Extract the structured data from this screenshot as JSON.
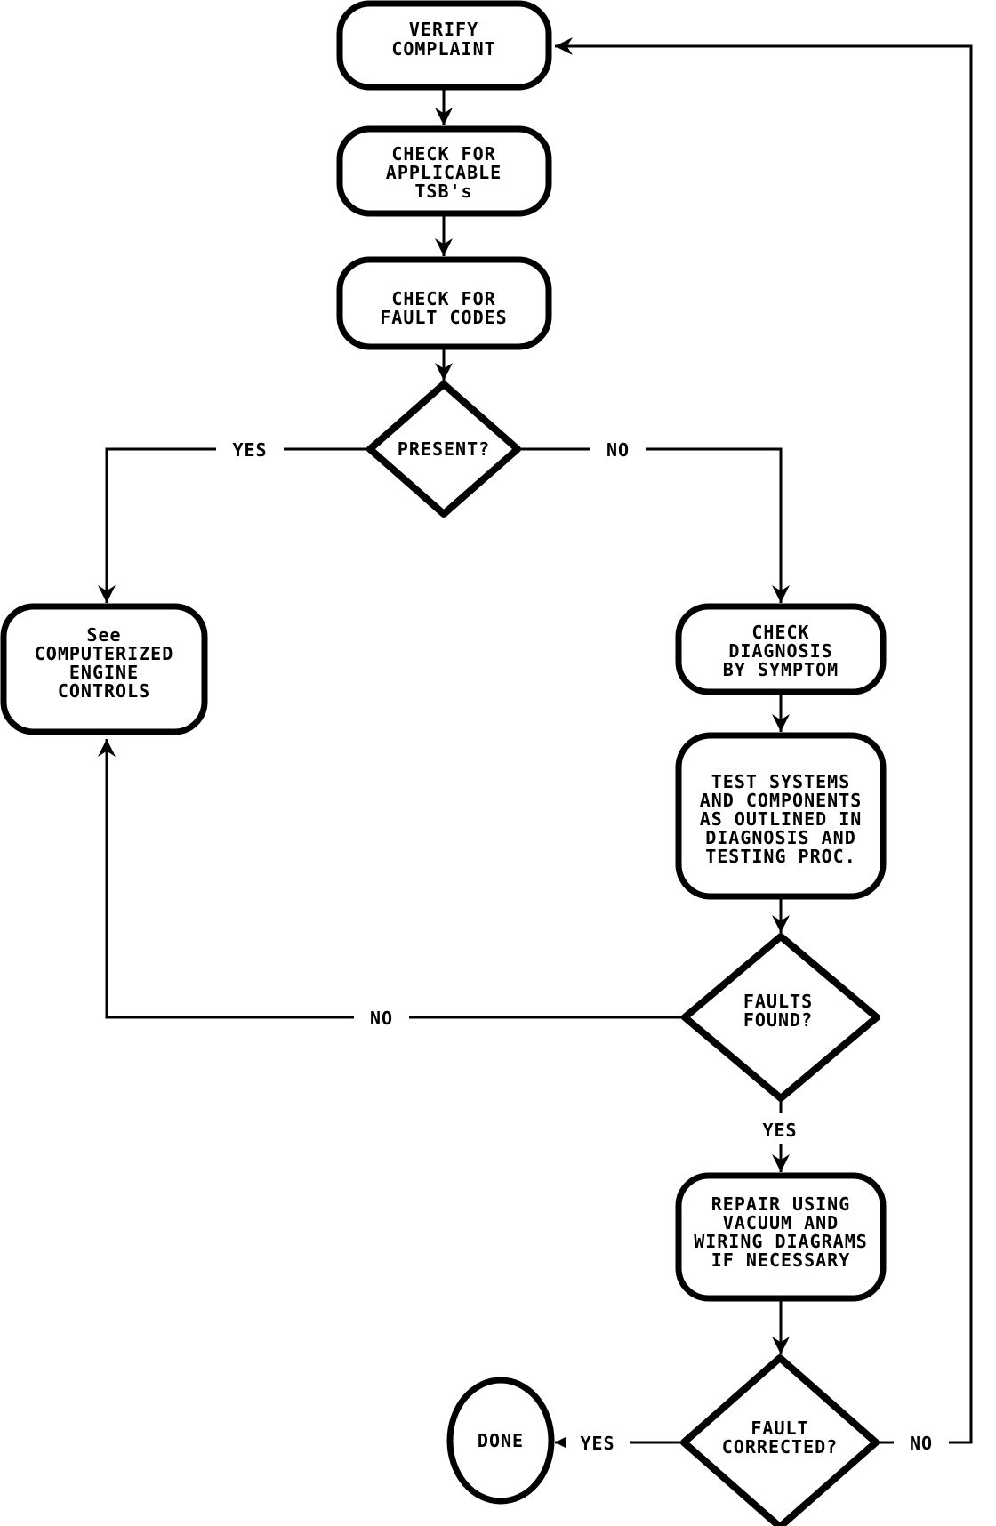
{
  "colors": {
    "ink": "#000000",
    "paper": "#ffffff"
  },
  "nodes": {
    "verify_complaint": {
      "lines": [
        "VERIFY",
        "COMPLAINT"
      ]
    },
    "check_tsbs": {
      "lines": [
        "CHECK FOR",
        "APPLICABLE",
        "TSB's"
      ]
    },
    "check_fault_codes": {
      "lines": [
        "CHECK FOR",
        "FAULT CODES"
      ]
    },
    "present": {
      "lines": [
        "PRESENT?"
      ]
    },
    "engine_controls": {
      "lines": [
        "See",
        "COMPUTERIZED",
        "ENGINE",
        "CONTROLS"
      ]
    },
    "check_diagnosis": {
      "lines": [
        "CHECK",
        "DIAGNOSIS",
        "BY SYMPTOM"
      ]
    },
    "test_systems": {
      "lines": [
        "TEST SYSTEMS",
        "AND COMPONENTS",
        "AS OUTLINED IN",
        "DIAGNOSIS AND",
        "TESTING PROC."
      ]
    },
    "faults_found": {
      "lines": [
        "FAULTS",
        "FOUND?"
      ]
    },
    "repair": {
      "lines": [
        "REPAIR USING",
        "VACUUM AND",
        "WIRING DIAGRAMS",
        "IF NECESSARY"
      ]
    },
    "fault_corrected": {
      "lines": [
        "FAULT",
        "CORRECTED?"
      ]
    },
    "done": {
      "lines": [
        "DONE"
      ]
    }
  },
  "edge_labels": {
    "present_yes": "YES",
    "present_no": "NO",
    "faults_found_no": "NO",
    "faults_found_yes": "YES",
    "fault_corrected_yes": "YES",
    "fault_corrected_no": "NO"
  }
}
